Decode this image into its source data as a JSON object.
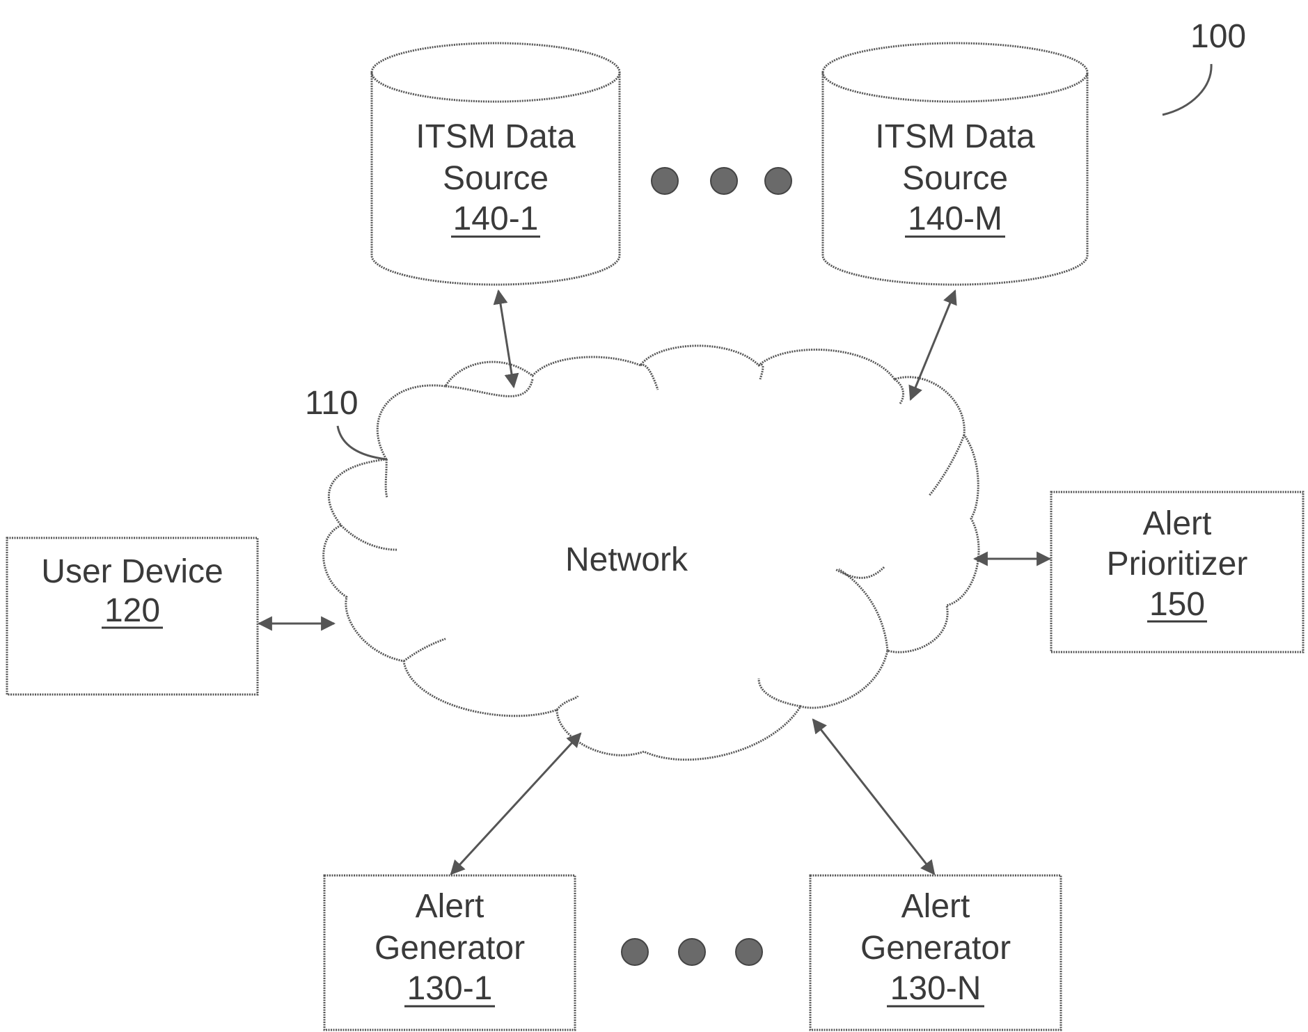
{
  "figure_ref": "100",
  "network": {
    "label": "Network",
    "ref": "110"
  },
  "data_sources": [
    {
      "line1": "ITSM Data",
      "line2": "Source",
      "ref": "140-1"
    },
    {
      "line1": "ITSM Data",
      "line2": "Source",
      "ref": "140-M"
    }
  ],
  "user_device": {
    "line1": "User Device",
    "ref": "120"
  },
  "alert_prioritizer": {
    "line1": "Alert",
    "line2": "Prioritizer",
    "ref": "150"
  },
  "alert_generators": [
    {
      "line1": "Alert",
      "line2": "Generator",
      "ref": "130-1"
    },
    {
      "line1": "Alert",
      "line2": "Generator",
      "ref": "130-N"
    }
  ],
  "colors": {
    "stroke": "#555555",
    "text": "#3a3a3a",
    "dot": "#6a6a6a"
  }
}
